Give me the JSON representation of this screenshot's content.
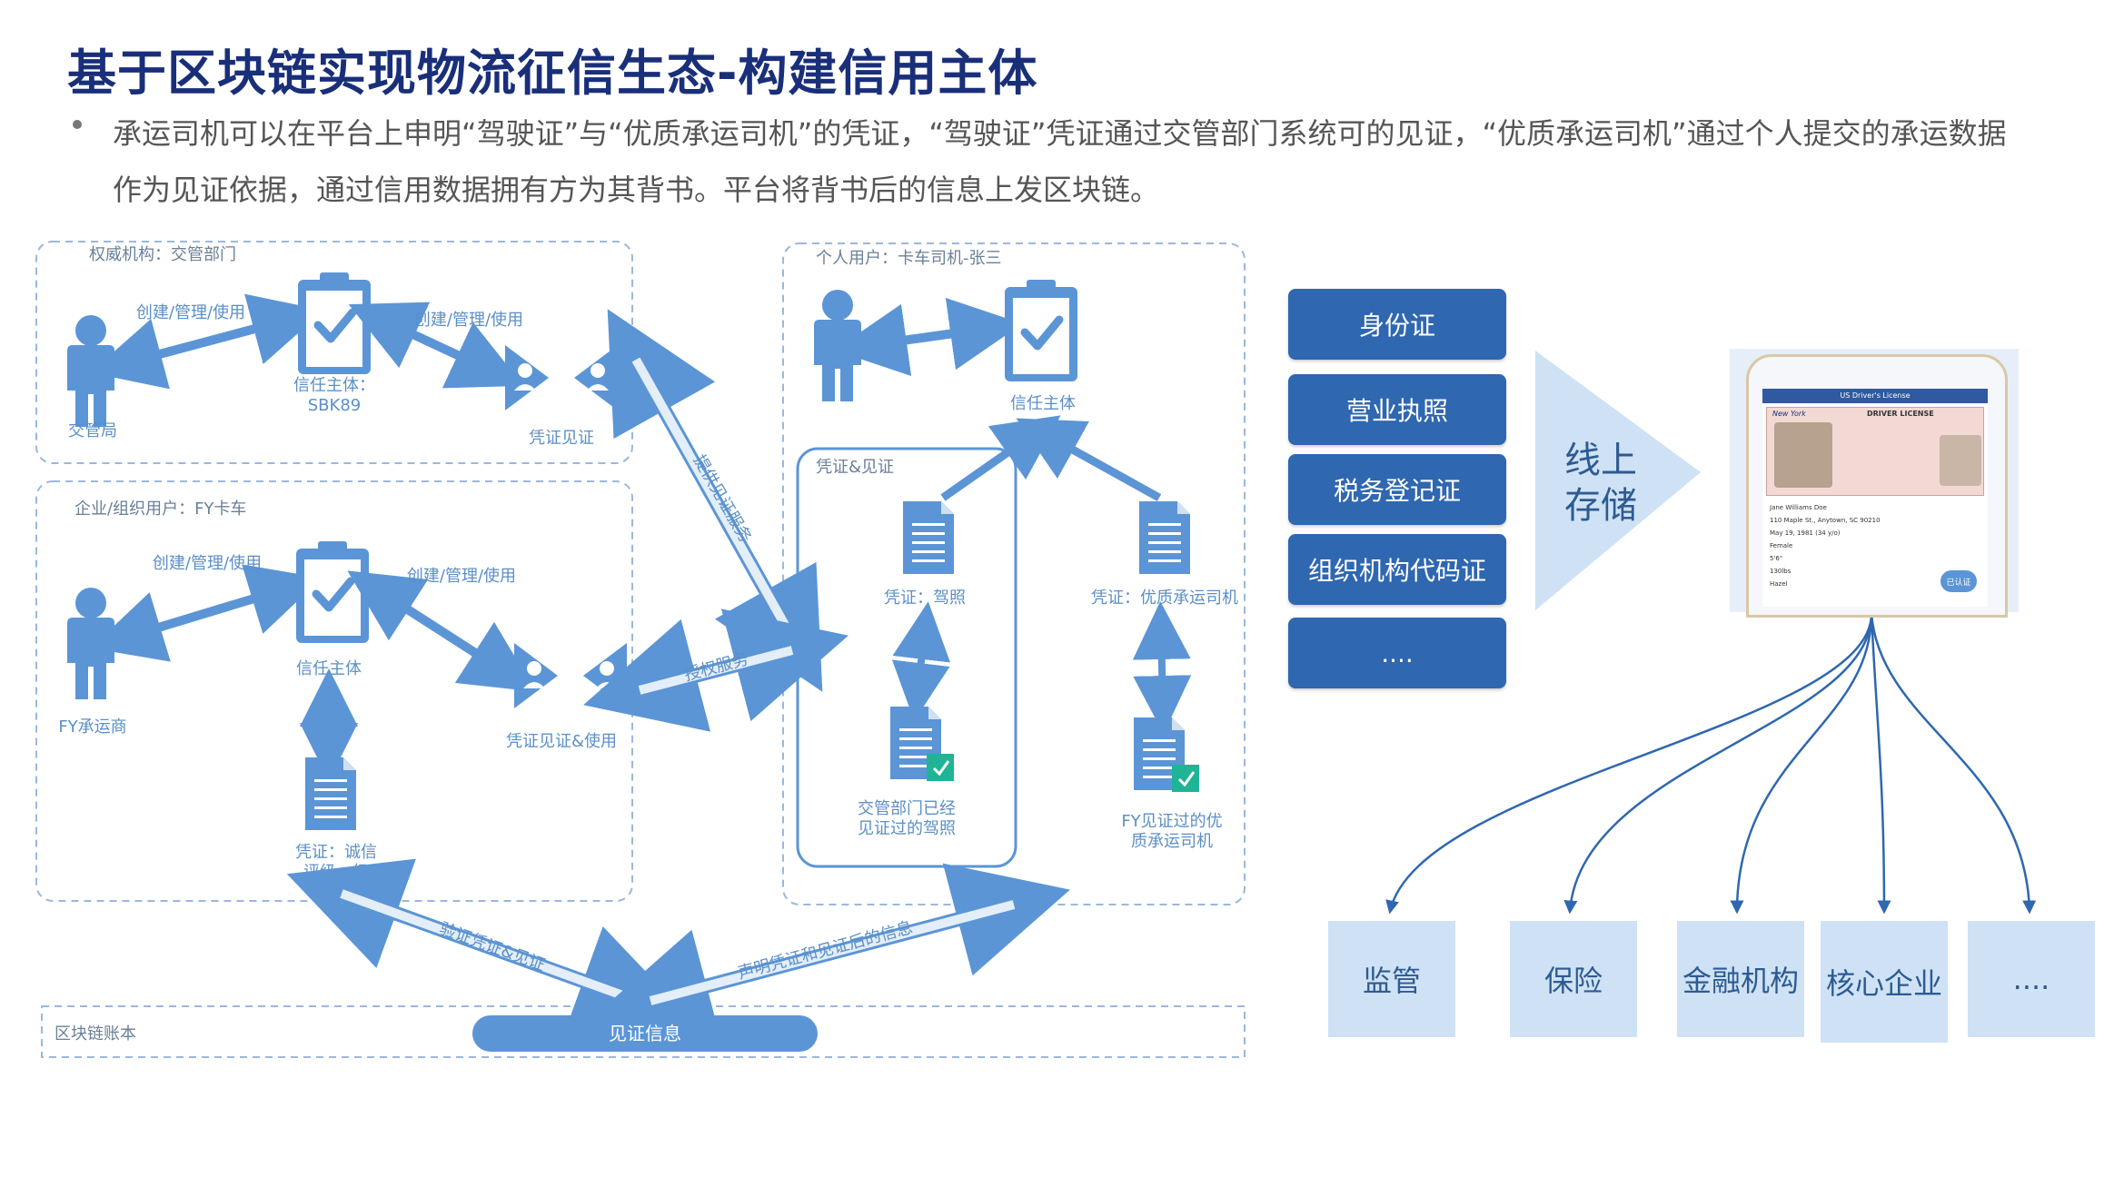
{
  "title": "基于区块链实现物流征信生态-构建信用主体",
  "bullet": "承运司机可以在平台上申明“驾驶证”与“优质承运司机”的凭证，“驾驶证”凭证通过交管部门系统可的见证，“优质承运司机”通过个人提交的承运数据作为见证依据，通过信用数据拥有方为其背书。平台将背书后的信息上发区块链。",
  "authority": {
    "box_label": "权威机构：交管部门",
    "person": "交管局",
    "arrow_left": "创建/管理/使用",
    "arrow_right": "创建/管理/使用",
    "clipboard": "信任主体：",
    "clipboard_id": "SBK89",
    "handshake": "凭证见证"
  },
  "enterprise": {
    "box_label": "企业/组织用户：FY卡车",
    "person": "FY承运商",
    "arrow_left": "创建/管理/使用",
    "arrow_right": "创建/管理/使用",
    "clipboard": "信任主体",
    "handshake": "凭证见证&使用",
    "doc_line1": "凭证：诚信",
    "doc_line2": "评级一级"
  },
  "personal": {
    "box_label": "个人用户：卡车司机-张三",
    "clipboard": "信任主体",
    "inner_box": "凭证&见证",
    "doc1": "凭证：驾照",
    "doc2": "凭证：优质承运司机",
    "doc3_line1": "交管部门已经",
    "doc3_line2": "见证过的驾照",
    "doc4_line1": "FY见证过的优",
    "doc4_line2": "质承运司机"
  },
  "connectors": {
    "witness_service": "提供见证服务",
    "auth_service": "授权服务",
    "verify": "验证凭证&见证",
    "declare": "声明凭证和见证后的信息"
  },
  "ledger": {
    "label": "区块链账本",
    "pill": "见证信息"
  },
  "documents": [
    "身份证",
    "营业执照",
    "税务登记证",
    "组织机构代码证",
    "...."
  ],
  "storage_line1": "线上",
  "storage_line2": "存储",
  "targets": [
    "监管",
    "保险",
    "金融机构",
    "核心企业",
    "...."
  ],
  "phone_screen": {
    "header": "US Driver's License",
    "card_title": "DRIVER LICENSE",
    "state": "New York",
    "name": "Jane Williams Doe",
    "address": "110 Maple St., Anytown, SC 90210",
    "dob": "May 19, 1981 (34 y/o)",
    "sex": "Female",
    "height": "5'6\"",
    "weight": "130lbs",
    "eye": "Hazel",
    "badge": "已认证"
  },
  "colors": {
    "title": "#1a2f7a",
    "icon": "#5b95d6",
    "button": "#2f67b0",
    "target_bg": "#cfe2f5",
    "dashed": "#9ab8dd"
  }
}
